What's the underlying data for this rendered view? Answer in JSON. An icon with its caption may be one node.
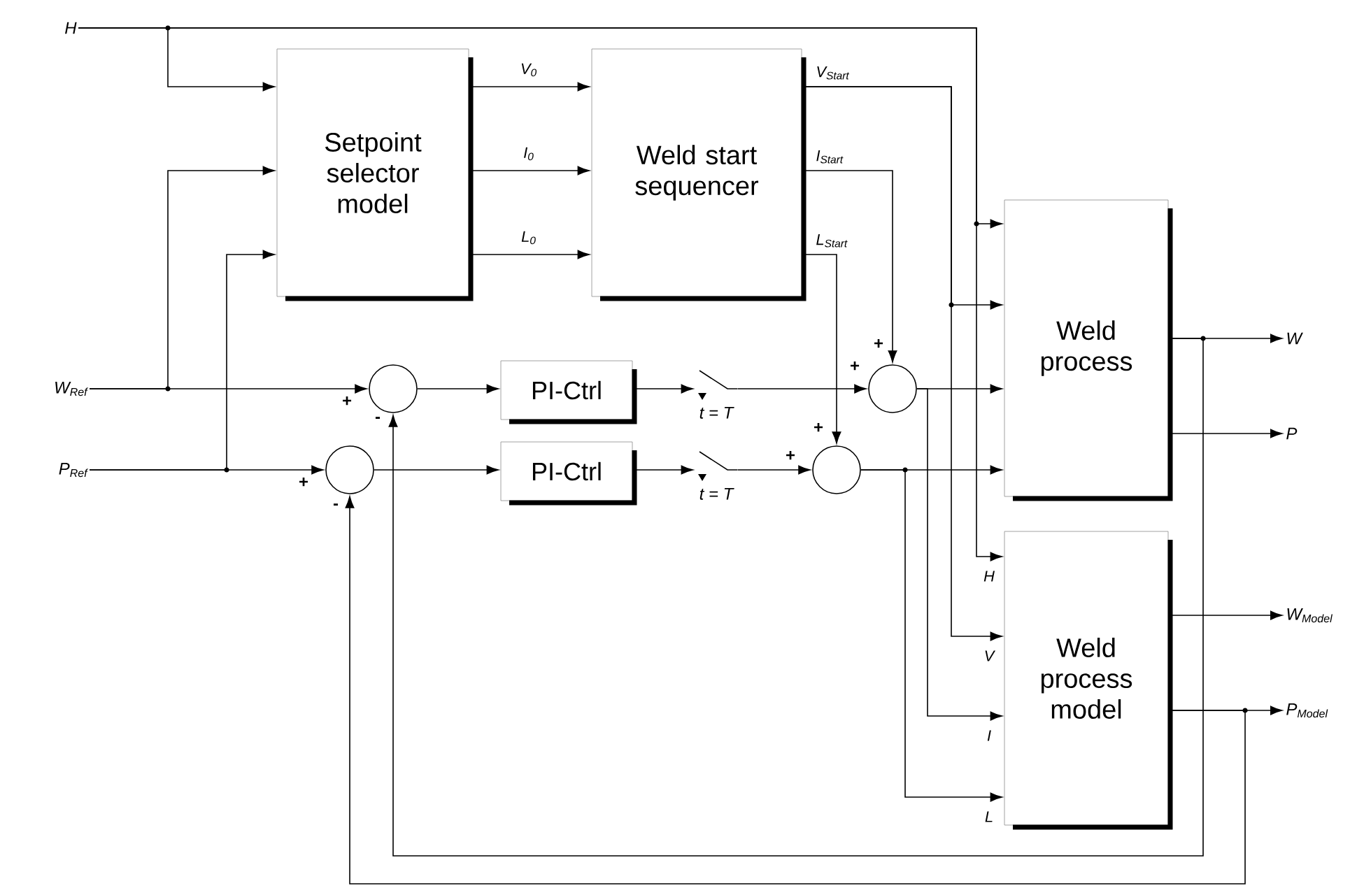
{
  "diagram": {
    "nodes": [
      {
        "text": [
          "H"
        ]
      },
      {
        "text": [
          "W$_{Ref}$"
        ]
      },
      {
        "text": [
          "P$_{Ref}$"
        ]
      },
      {
        "text": [
          "Setpoint selector model"
        ]
      },
      {
        "text": [
          "Weld start sequencer"
        ]
      },
      {
        "text": [],
        "shape": "circle"
      },
      {
        "text": [],
        "shape": "circle"
      },
      {
        "text": [
          "PI-Ctrl"
        ]
      },
      {
        "text": [
          "PI-Ctrl"
        ]
      },
      {
        "text": [],
        "shape": "switch",
        "beside": [
          "t = T"
        ]
      },
      {
        "text": [],
        "shape": "switch",
        "beside": [
          "t = T"
        ]
      },
      {
        "text": [],
        "shape": "circle"
      },
      {
        "text": [],
        "shape": "circle"
      },
      {
        "text": [
          "Weld process"
        ]
      },
      {
        "text": [
          "Weld process model"
        ]
      },
      {
        "text": [
          "W"
        ]
      },
      {
        "text": [
          "P"
        ]
      },
      {
        "text": [
          "W$_{Model}$"
        ]
      },
      {
        "text": [
          "P$_{Model}$"
        ]
      }
    ],
    "edges": [
      {
        "from": 0,
        "to": 3,
        "arrow": "to"
      },
      {
        "from": 0,
        "to": 13,
        "arrow": "to"
      },
      {
        "from": 0,
        "to": 14,
        "arrow": "to",
        "label": "H"
      },
      {
        "from": 1,
        "to": 3,
        "arrow": "to"
      },
      {
        "from": 1,
        "to": 5,
        "arrow": "to"
      },
      {
        "from": 2,
        "to": 3,
        "arrow": "to"
      },
      {
        "from": 2,
        "to": 6,
        "arrow": "to"
      },
      {
        "from": 3,
        "to": 4,
        "arrow": "to",
        "label": "V$_{0}$"
      },
      {
        "from": 3,
        "to": 4,
        "arrow": "to",
        "label": "I$_{0}$"
      },
      {
        "from": 3,
        "to": 4,
        "arrow": "to",
        "label": "L$_{0}$"
      },
      {
        "from": 5,
        "to": 7,
        "arrow": "to"
      },
      {
        "from": 6,
        "to": 8,
        "arrow": "to"
      },
      {
        "from": 7,
        "to": 9,
        "arrow": "to"
      },
      {
        "from": 8,
        "to": 10,
        "arrow": "to"
      },
      {
        "from": 9,
        "to": 11,
        "arrow": "to"
      },
      {
        "from": 10,
        "to": 12,
        "arrow": "to"
      },
      {
        "from": 4,
        "to": 13,
        "arrow": "to",
        "label": "V$_{Start}$"
      },
      {
        "from": 4,
        "to": 14,
        "arrow": "to",
        "label": "V"
      },
      {
        "from": 4,
        "to": 11,
        "arrow": "to",
        "label": "I$_{Start}$"
      },
      {
        "from": 4,
        "to": 12,
        "arrow": "to",
        "label": "L$_{Start}$"
      },
      {
        "from": 11,
        "to": 13,
        "arrow": "to"
      },
      {
        "from": 11,
        "to": 14,
        "arrow": "to",
        "label": "I"
      },
      {
        "from": 12,
        "to": 13,
        "arrow": "to"
      },
      {
        "from": 12,
        "to": 14,
        "arrow": "to",
        "label": "L"
      },
      {
        "from": 13,
        "to": 15,
        "arrow": "to"
      },
      {
        "from": 13,
        "to": 16,
        "arrow": "to"
      },
      {
        "from": 13,
        "to": 5,
        "arrow": "to"
      },
      {
        "from": 14,
        "to": 17,
        "arrow": "to"
      },
      {
        "from": 14,
        "to": 18,
        "arrow": "to"
      },
      {
        "from": 14,
        "to": 6,
        "arrow": "to"
      }
    ],
    "labels": [
      "+",
      "-",
      "+",
      "-",
      "+",
      "+",
      "+",
      "+"
    ]
  }
}
